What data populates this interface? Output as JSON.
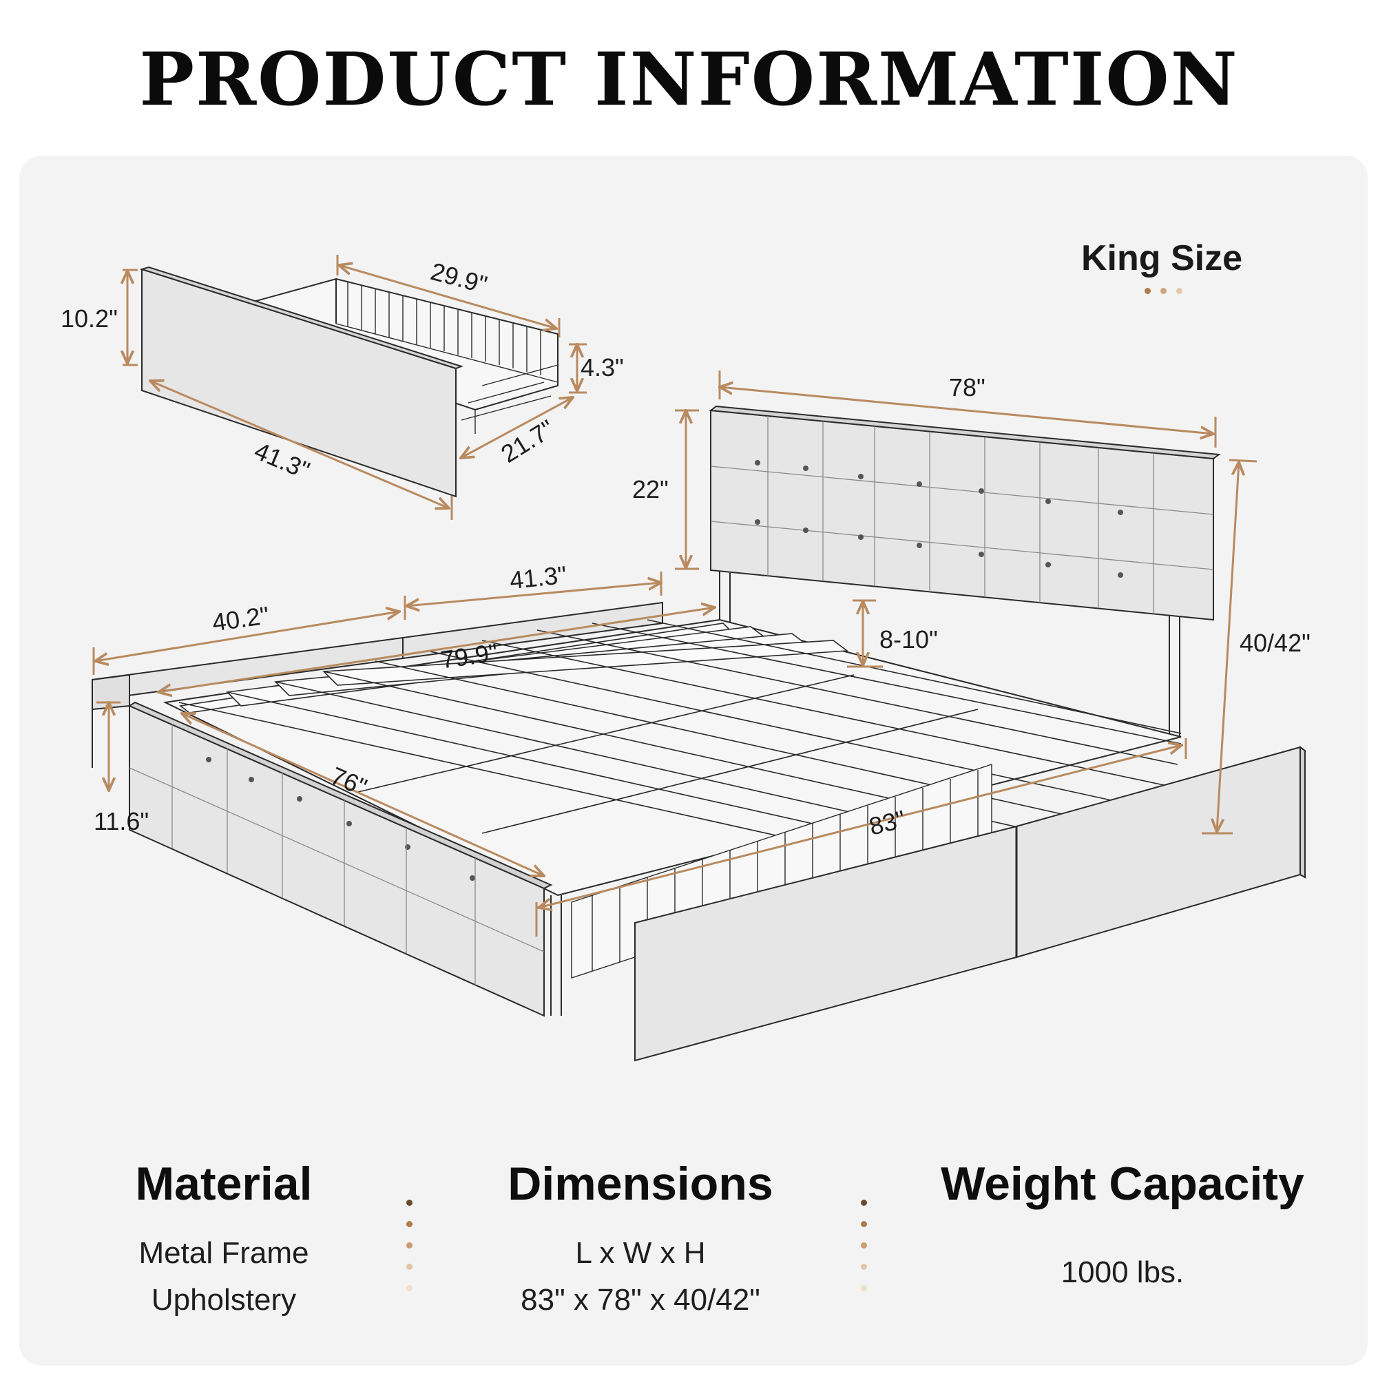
{
  "title": "PRODUCT INFORMATION",
  "size_label": "King Size",
  "colors": {
    "accent": "#b07a4b",
    "dim_line": "#b98a5f",
    "panel": "#f3f3f4",
    "fabric": "#e6e6e6",
    "sketch": "#2a2a2a"
  },
  "dimensions": {
    "drawer_front_height": "10.2\"",
    "drawer_basket_length": "29.9\"",
    "drawer_basket_height": "4.3\"",
    "drawer_depth": "21.7\"",
    "drawer_front_length": "41.3\"",
    "headboard_width": "78\"",
    "headboard_height": "22\"",
    "side_segment_2": "41.3\"",
    "side_segment_1": "40.2\"",
    "frame_inner_length": "79.9\"",
    "headboard_adjust": "8-10\"",
    "total_height": "40/42\"",
    "slat_span": "76\"",
    "total_length": "83\"",
    "side_rail_height": "11.6\""
  },
  "features": [
    {
      "heading": "Material",
      "lines": [
        "Metal Frame",
        "Upholstery"
      ]
    },
    {
      "heading": "Dimensions",
      "lines": [
        "L x W x H",
        "83\" x 78\" x 40/42\""
      ]
    },
    {
      "heading": "Weight Capacity",
      "lines": [
        "1000 lbs."
      ]
    }
  ],
  "icons": {
    "bed": "bed-frame-illustration",
    "drawer": "storage-drawer-illustration"
  }
}
